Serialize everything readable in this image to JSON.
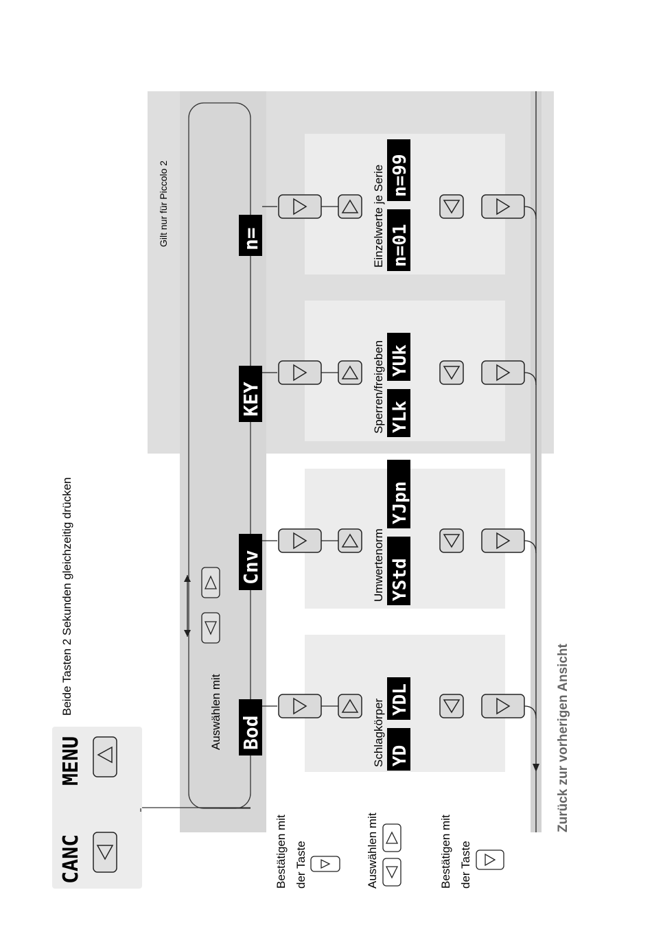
{
  "header": {
    "menu_display": "MENU",
    "cancel_display": "CANC",
    "instruction": "Beide Tasten 2 Sekunden gleichzeitig drücken"
  },
  "menu_loop": {
    "select_label": "Auswählen mit",
    "piccolo_note": "Gilt nur für Piccolo 2"
  },
  "columns": [
    {
      "display": "Bod",
      "panel_label": "Schlagkörper",
      "values": [
        "YD",
        "YDL"
      ]
    },
    {
      "display": "Cnv",
      "panel_label": "Umwertenorm",
      "values": [
        "YStd",
        "YJpn"
      ]
    },
    {
      "display": "KEY",
      "panel_label": "Sperren/freigeben",
      "values": [
        "YLk",
        "YUk"
      ]
    },
    {
      "display": "n=",
      "panel_label": "Einzelwerte je Serie",
      "values": [
        "n=01",
        "n=99"
      ]
    }
  ],
  "legend": {
    "confirm_top_line1": "Bestätigen mit",
    "confirm_top_line2": "der Taste",
    "select_line": "Auswählen mit",
    "confirm_bottom_line1": "Bestätigen mit",
    "confirm_bottom_line2": "der Taste"
  },
  "return_label": "Zurück zur vorherigen Ansicht",
  "colors": {
    "panel": "#ececec",
    "band": "#dcdcdc",
    "lcd": "#000000",
    "button_face": "#e0e0e0",
    "return_text": "#666666"
  },
  "icons": [
    "triangle-right-icon",
    "triangle-up-icon",
    "triangle-down-icon",
    "arrow-left-icon",
    "arrow-down-icon",
    "arrow-up-icon"
  ]
}
